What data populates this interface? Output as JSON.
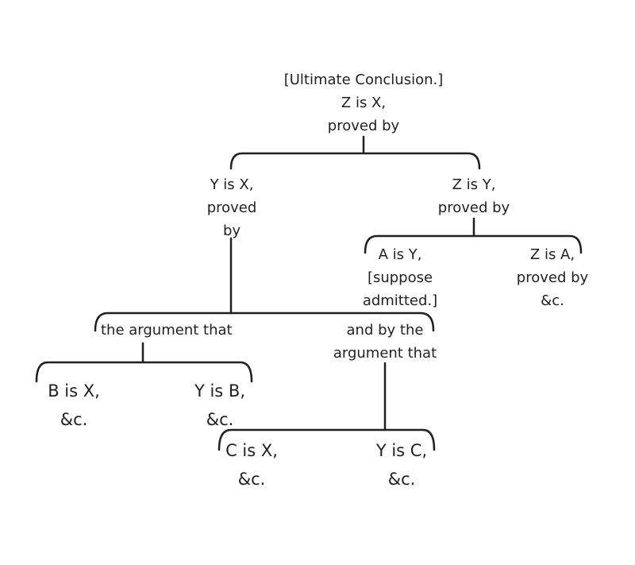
{
  "diagram": {
    "root": {
      "lines": [
        "[Ultimate Conclusion.]",
        "Z is X,",
        "proved by"
      ]
    },
    "left_premise": {
      "lines": [
        "Y is X,",
        "proved",
        "by"
      ]
    },
    "right_premise": {
      "lines": [
        "Z is Y,",
        "proved by"
      ]
    },
    "right_left": {
      "lines": [
        "A is Y,",
        "[suppose",
        "admitted.]"
      ]
    },
    "right_right": {
      "lines": [
        "Z is A,",
        "proved by",
        "&c."
      ]
    },
    "argument_1": {
      "lines": [
        "the argument that"
      ]
    },
    "argument_2": {
      "lines": [
        "and by the",
        "argument that"
      ]
    },
    "b_is_x": {
      "lines": [
        "B is X,",
        "&c."
      ]
    },
    "y_is_b": {
      "lines": [
        "Y is B,",
        "&c."
      ]
    },
    "c_is_x": {
      "lines": [
        "C is X,",
        "&c."
      ]
    },
    "y_is_c": {
      "lines": [
        "Y is C,",
        "&c."
      ]
    },
    "line_color": "#231f20"
  }
}
